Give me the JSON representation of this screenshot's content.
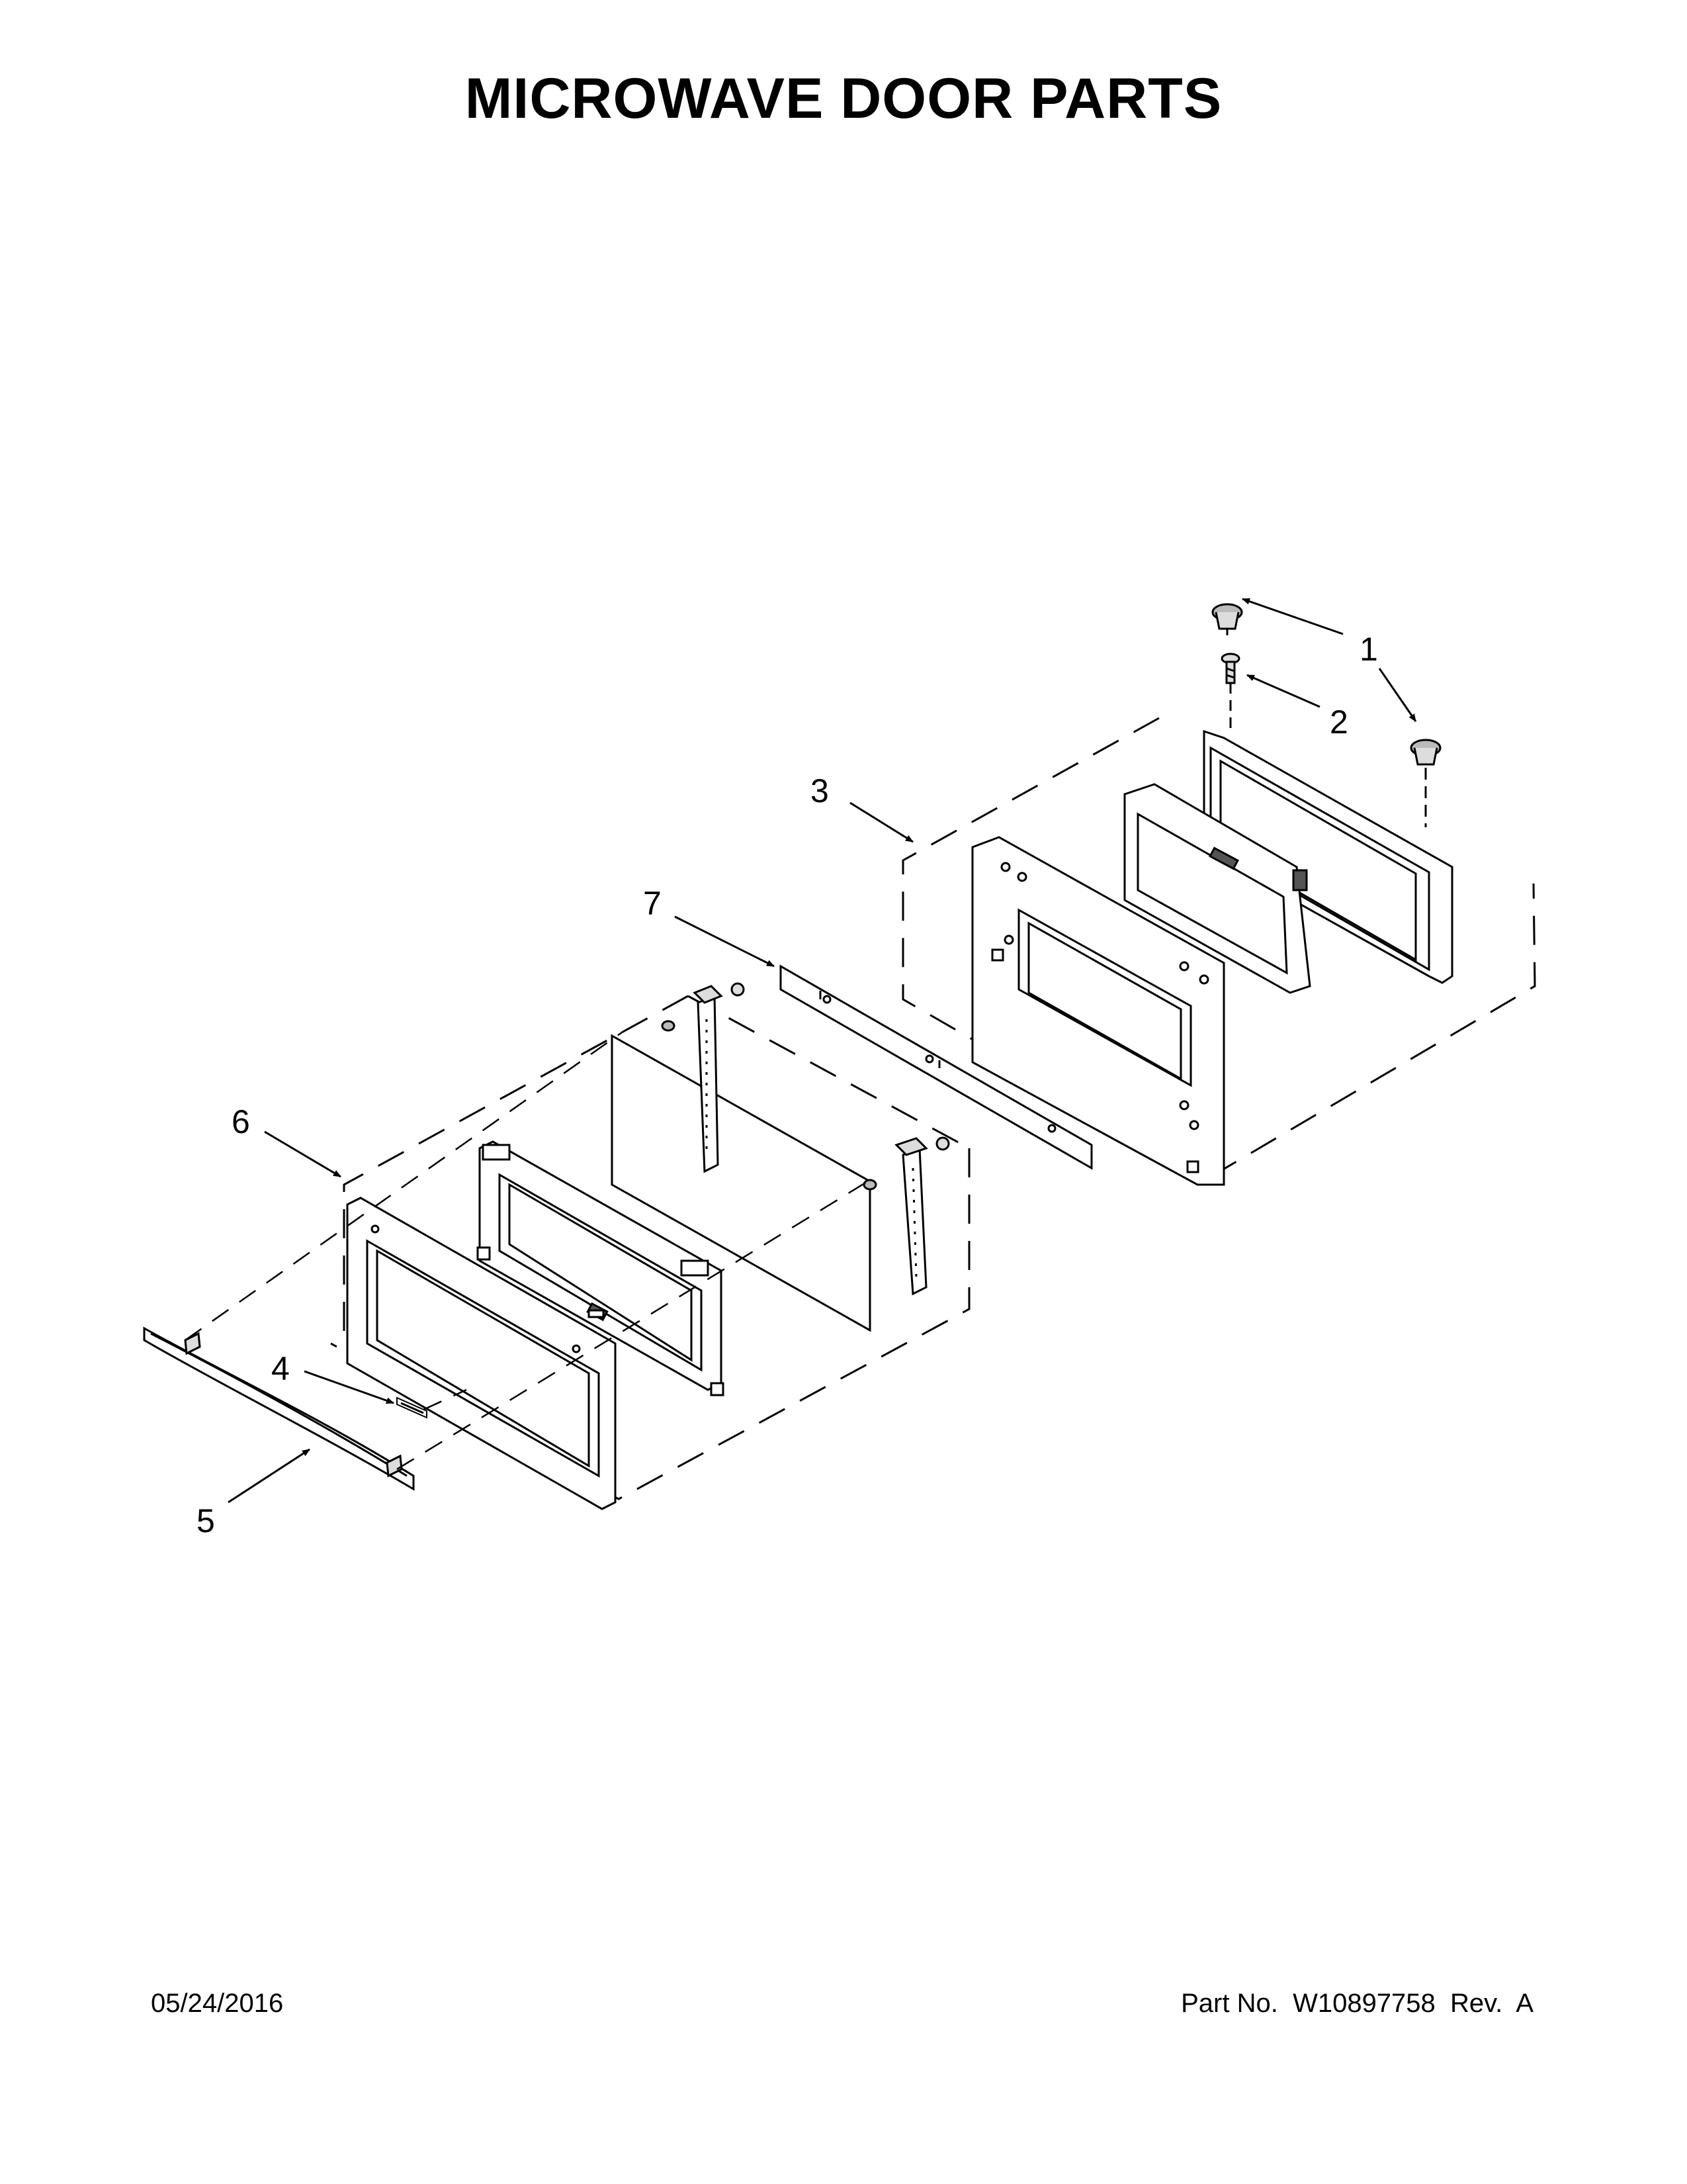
{
  "title": "MICROWAVE DOOR PARTS",
  "callouts": [
    {
      "id": "1",
      "label": "1"
    },
    {
      "id": "2",
      "label": "2"
    },
    {
      "id": "3",
      "label": "3"
    },
    {
      "id": "4",
      "label": "4"
    },
    {
      "id": "5",
      "label": "5"
    },
    {
      "id": "6",
      "label": "6"
    },
    {
      "id": "7",
      "label": "7"
    }
  ],
  "footer": {
    "date": "05/24/2016",
    "part_number": "Part No.  W10897758  Rev.  A"
  }
}
